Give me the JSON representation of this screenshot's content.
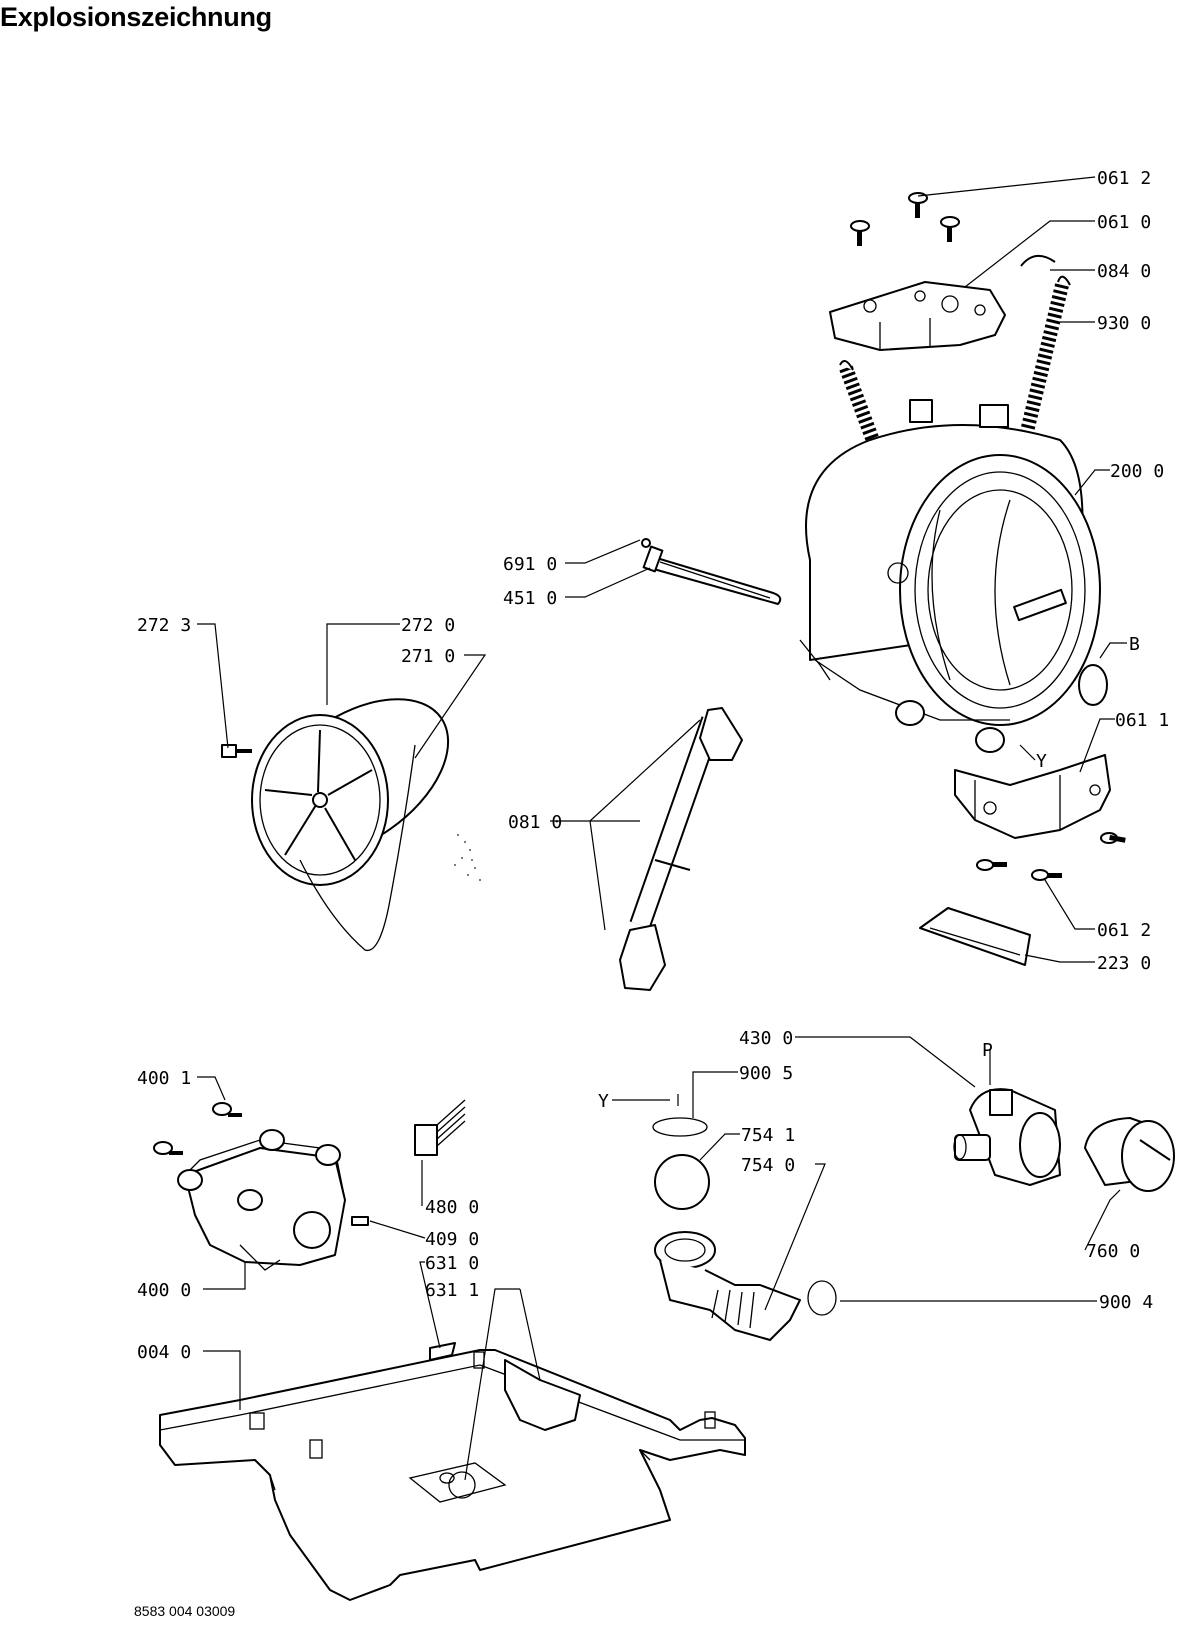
{
  "title": "Explosionszeichnung",
  "footer": "8583 004 03009",
  "labels": [
    {
      "id": "061-2-top",
      "text": "061 2"
    },
    {
      "id": "061-0",
      "text": "061 0"
    },
    {
      "id": "084-0",
      "text": "084 0"
    },
    {
      "id": "930-0",
      "text": "930 0"
    },
    {
      "id": "200-0",
      "text": "200 0"
    },
    {
      "id": "691-0",
      "text": "691 0"
    },
    {
      "id": "451-0",
      "text": "451 0"
    },
    {
      "id": "272-3",
      "text": "272 3"
    },
    {
      "id": "272-0",
      "text": "272 0"
    },
    {
      "id": "271-0",
      "text": "271 0"
    },
    {
      "id": "B",
      "text": "B"
    },
    {
      "id": "061-1",
      "text": "061 1"
    },
    {
      "id": "Y-tub",
      "text": "Y"
    },
    {
      "id": "081-0",
      "text": "081 0"
    },
    {
      "id": "061-2-bottom",
      "text": "061 2"
    },
    {
      "id": "223-0",
      "text": "223 0"
    },
    {
      "id": "430-0",
      "text": "430 0"
    },
    {
      "id": "P",
      "text": "P"
    },
    {
      "id": "900-5",
      "text": "900 5"
    },
    {
      "id": "Y-ring",
      "text": "Y"
    },
    {
      "id": "754-1",
      "text": "754 1"
    },
    {
      "id": "754-0",
      "text": "754 0"
    },
    {
      "id": "760-0",
      "text": "760 0"
    },
    {
      "id": "900-4",
      "text": "900 4"
    },
    {
      "id": "400-1",
      "text": "400 1"
    },
    {
      "id": "480-0",
      "text": "480 0"
    },
    {
      "id": "409-0",
      "text": "409 0"
    },
    {
      "id": "400-0",
      "text": "400 0"
    },
    {
      "id": "631-0",
      "text": "631 0"
    },
    {
      "id": "631-1",
      "text": "631 1"
    },
    {
      "id": "004-0",
      "text": "004 0"
    }
  ]
}
